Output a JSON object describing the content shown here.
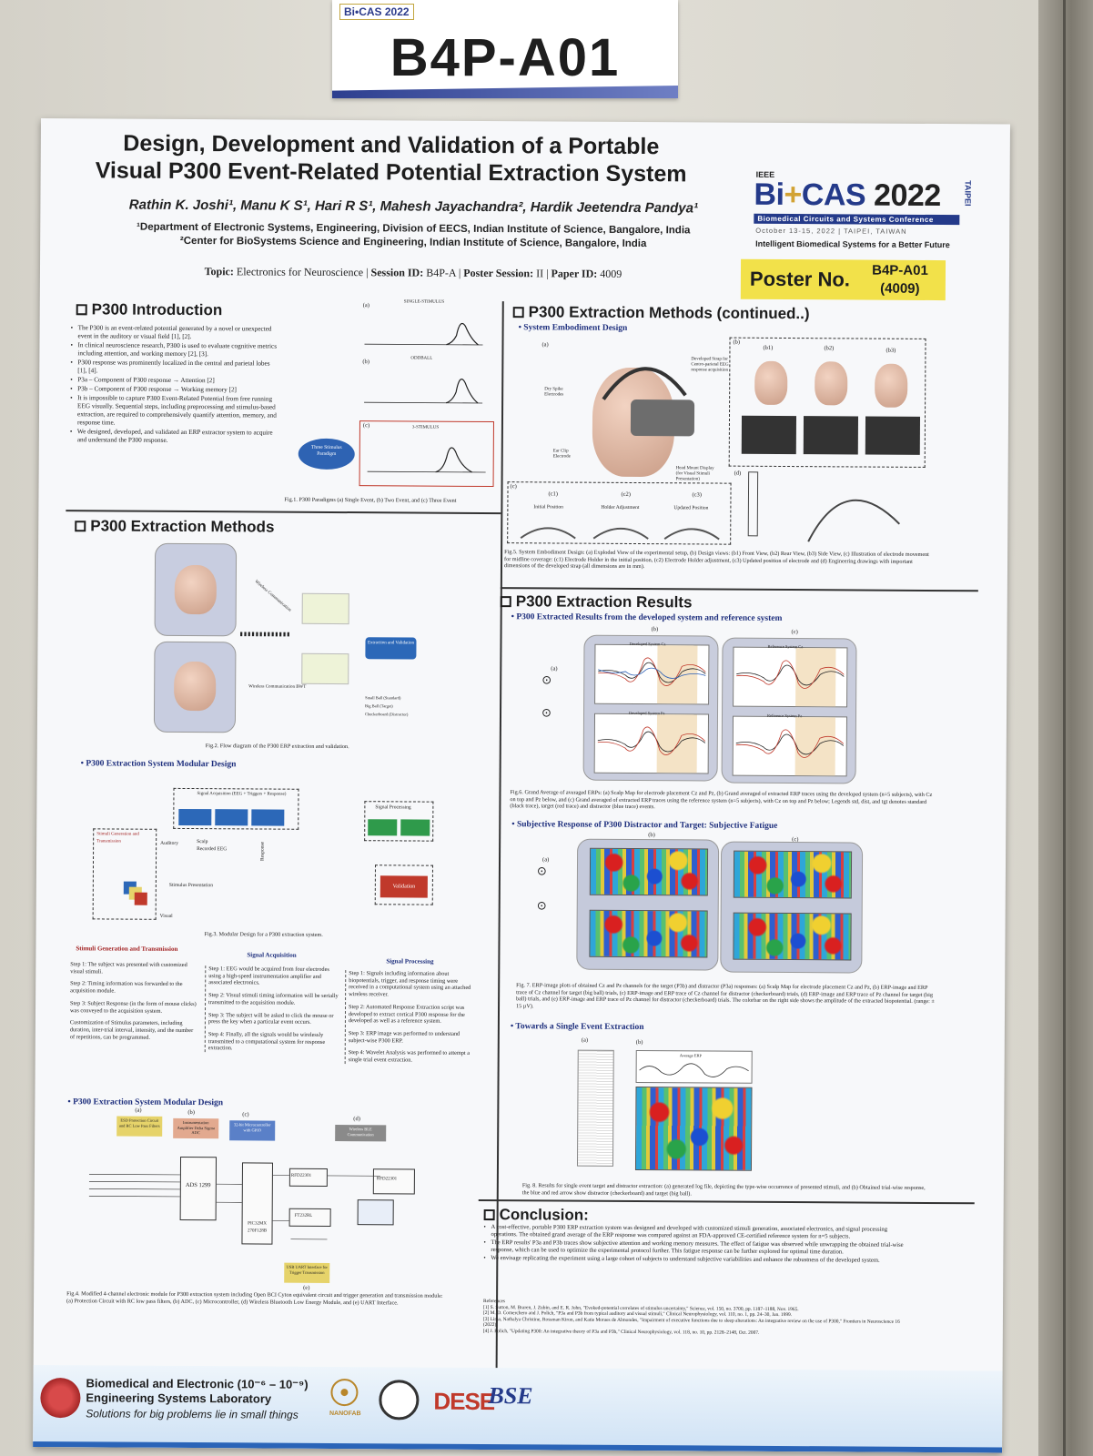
{
  "board": {
    "mini_logo": "Bi•CAS 2022",
    "code": "B4P-A01"
  },
  "header": {
    "title_line1": "Design, Development and Validation of a Portable",
    "title_line2": "Visual P300 Event-Related Potential Extraction System",
    "authors": "Rathin K. Joshi¹, Manu K S¹, Hari R S¹, Mahesh Jayachandra², Hardik Jeetendra Pandya¹",
    "affil1": "¹Department of Electronic Systems, Engineering, Division of EECS, Indian Institute of Science, Bangalore, India",
    "affil2": "²Center for BioSystems Science and Engineering, Indian Institute of Science, Bangalore, India",
    "topic_label": "Topic:",
    "topic": "Electronics for Neuroscience",
    "session_label": "Session ID:",
    "session": "B4P-A",
    "poster_session_label": "Poster Session:",
    "poster_session": "II",
    "paper_label": "Paper ID:",
    "paper": "4009"
  },
  "conference": {
    "ieee": "IEEE",
    "name_a": "Bi",
    "name_plus": "+",
    "name_b": "CAS",
    "year": "2022",
    "city": "TAIPEI",
    "subtitle": "Biomedical Circuits and Systems Conference",
    "dates": "October 13-15, 2022   |   TAIPEI, TAIWAN",
    "tagline": "Intelligent Biomedical Systems for a Better Future"
  },
  "poster_no": {
    "label": "Poster No.",
    "code": "B4P-A01",
    "id": "(4009)"
  },
  "intro": {
    "heading": "P300 Introduction",
    "bullets": [
      "The P300 is an event-related potential generated by a novel or unexpected event in the auditory or visual field [1], [2].",
      "In clinical neuroscience research, P300 is used to evaluate cognitive metrics including attention, and working memory [2], [3].",
      "P300 response was prominently localized in the central and parietal lobes [1], [4].",
      "P3a – Component of P300 response → Attention [2]",
      "P3b – Component of P300 response → Working memory [2]",
      "It is impossible to capture P300 Event-Related Potential from free running EEG visually. Sequential steps, including preprocessing and stimulus-based extraction, are required to comprehensively quantify attention, memory, and response time.",
      "We designed, developed, and validated an ERP extractor system to acquire and understand the P300 response."
    ],
    "fig_labels": {
      "a": "(a)",
      "b": "(b)",
      "c": "(c)"
    },
    "single_stimulus": "SINGLE-STIMULUS",
    "oddball": "ODDBALL",
    "three_stim": "3-STIMULUS",
    "oval": "Three Stimulus Paradigm",
    "fig_caption": "Fig.1. P300 Paradigms (a) Single Event, (b) Two Event, and (c) Three Event"
  },
  "methods": {
    "heading": "P300 Extraction Methods",
    "fig2_caption": "Fig.2. Flow diagram of the P300 ERP extraction and validation.",
    "flow_block": "Extraction and Validation",
    "wireless1": "Wireless Communication",
    "wireless2": "Wireless Communication BWT",
    "legend": [
      "Small Ball (Standard)",
      "Big Ball (Target)",
      "Checkerboard (Distractor)"
    ],
    "modular_heading": "P300 Extraction System Modular Design",
    "signal_acq": "Signal Acquisition (EEG + Triggers + Response)",
    "signal_proc": "Signal Processing",
    "stim_gen": "Stimuli Generation and Transmission",
    "validation": "Validation",
    "auditory": "Auditory",
    "scalp": "Scalp Recorded EEG",
    "stim_pres": "Stimulus Presentation",
    "visual": "Visual",
    "response": "Response",
    "fig3_caption": "Fig.3. Modular Design for a P300 extraction system.",
    "col1_h": "Stimuli Generation and Transmission",
    "col2_h": "Signal Acquisition",
    "col3_h": "Signal Processing",
    "col1": [
      "Step 1: The subject was presented with customized visual stimuli.",
      "Step 2: Timing information was forwarded to the acquisition module.",
      "Step 3: Subject Response (in the form of mouse clicks) was conveyed to the acquisition system.",
      "Customization of Stimulus parameters, including duration, inter-trial interval, intensity, and the number of repetitions, can be programmed."
    ],
    "col2": [
      "Step 1: EEG would be acquired from four electrodes using a high-speed instrumentation amplifier and associated electronics.",
      "Step 2: Visual stimuli timing information will be serially transmitted to the acquisition module.",
      "Step 3: The subject will be asked to click the mouse or press the key when a particular event occurs.",
      "Step 4: Finally, all the signals would be wirelessly transmitted to a computational system for response extraction."
    ],
    "col3": [
      "Step 1: Signals including information about biopotentials, trigger, and response timing were received in a computational system using an attached wireless receiver.",
      "Step 2: Automated Response Extraction script was developed to extract cortical P300 response for the developed as well as a reference system.",
      "Step 3: ERP image was performed to understand subject-wise P300 ERP.",
      "Step 4: Wavelet Analysis was performed to attempt a single trial event extraction."
    ],
    "hw_heading": "P300 Extraction System Modular Design",
    "hw_labels": {
      "a": "(a)",
      "b": "(b)",
      "c": "(c)",
      "d": "(d)",
      "e": "(e)"
    },
    "hw_a": "ESD Protection Circuit and RC Low Pass Filters",
    "hw_b": "Instrumentation Amplifier Delta Sigma ADC",
    "hw_c": "32-bit Microcontroller with GPIO",
    "hw_d": "Wireless BLE Communication",
    "hw_e": "USB UART Interface for Trigger Transmission",
    "ads": "ADS 1299",
    "pic": "PIC32MX 270F128B",
    "rfd1": "RFD22301",
    "rfd2": "RFD22301",
    "ft": "FT232RL",
    "fig4_caption": "Fig.4. Modified 4-channel electronic module for P300 extraction system including Open BCI Cyton equivalent circuit and trigger generation and transmission module: (a) Protection Circuit with RC low pass filters, (b) ADC, (c) Microcontroller, (d) Wireless Bluetooth Low Energy Module, and (e) UART Interface."
  },
  "methods_cont": {
    "heading": "P300 Extraction Methods (continued..)",
    "sub": "System Embodiment Design",
    "labels": {
      "a": "(a)",
      "b": "(b)",
      "b1": "(b1)",
      "b2": "(b2)",
      "b3": "(b3)",
      "c": "(c)",
      "c1": "(c1)",
      "c2": "(c2)",
      "c3": "(c3)",
      "d": "(d)"
    },
    "strap": "Developed Strap for Centro-parietal EEG response acquisition",
    "dry": "Dry Spike Electrodes",
    "ear": "Ear Clip Electrode",
    "hmd": "Head Mount Display (for Visual Stimuli Presentation)",
    "c1": "Initial Position",
    "c2": "Holder Adjustment",
    "c3": "Updated Position",
    "fig5_caption": "Fig.5. System Embodiment Design: (a) Exploded View of the experimental setup, (b) Design views: (b1) Front View, (b2) Rear View, (b3) Side View, (c) Illustration of electrode movement for midline coverage: (c1) Electrode Holder in the initial position, (c2) Electrode Holder adjustment, (c3) Updated position of electrode and (d) Engineering drawings with important dimensions of the developed strap (all dimensions are in mm)."
  },
  "results": {
    "heading": "P300 Extraction Results",
    "sub1": "P300 Extracted Results from the developed system and reference system",
    "labels": {
      "a": "(a)",
      "b": "(b)",
      "c": "(c)"
    },
    "plot_titles": [
      "Developed System Cz",
      "Reference System Cz",
      "Developed System Pz",
      "Reference System Pz"
    ],
    "fig6_caption": "Fig.6. Grand Average of averaged ERPs: (a) Scalp Map for electrode placement Cz and Pz, (b) Grand averaged of extracted ERP traces using the developed system (n=5 subjects), with Cz on top and Pz below, and (c) Grand averaged of extracted ERP traces using the reference system (n=5 subjects), with Cz on top and Pz below; Legends std, dist, and tgt denotes standard (black trace), target (red trace) and distractor (blue trace) events.",
    "sub2": "Subjective Response of P300 Distractor and Target: Subjective Fatigue",
    "fig7_caption": "Fig. 7. ERP-image plots of obtained Cz and Pz channels for the target (P3b) and distractor (P3a) responses: (a) Scalp Map for electrode placement Cz and Pz, (b) ERP-image and ERP trace of Cz channel for target (big ball) trials, (c) ERP-image and ERP trace of Cz channel for distractor (checkerboard) trials, (d) ERP-image and ERP trace of Pz channel for target (big ball) trials, and (e) ERP-image and ERP trace of Pz channel for distractor (checkerboard) trials. The colorbar on the right side shows the amplitude of the extracted biopotential. (range: ± 15 µV).",
    "sub3": "Towards a Single Event Extraction",
    "avg_erp": "Average ERP",
    "fig8_caption": "Fig. 8. Results for single event target and distractor extraction: (a) generated log file, depicting the type-wise occurrence of presented stimuli, and (b) Obtained trial-wise response, the blue and red arrow show distractor (checkerboard) and target (big ball)."
  },
  "conclusion": {
    "heading": "Conclusion:",
    "bullets": [
      "A cost-effective, portable P300 ERP extraction system was designed and developed with customized stimuli generation, associated electronics, and signal processing operations. The obtained grand average of the ERP response was compared against an FDA-approved CE-certified reference system for n=5 subjects.",
      "The ERP results' P3a and P3b traces show subjective attention and working memory measures. The effect of fatigue was observed while unwrapping the obtained trial-wise response, which can be used to optimize the experimental protocol further. This fatigue response can be further explored for optimal time duration.",
      "We envisage replicating the experiment using a large cohort of subjects to understand subjective variabilities and enhance the robustness of the developed system."
    ],
    "refs_title": "References",
    "refs": [
      "[1] S. Sutton, M. Braren, J. Zubin, and E. R. John, \"Evoked-potential correlates of stimulus uncertainty,\" Science, vol. 150, no. 3700, pp. 1187–1188, Nov. 1965.",
      "[2] M. D. Comerchero and J. Polich, \"P3a and P3b from typical auditory and visual stimuli,\" Clinical Neurophysiology, vol. 110, no. 1, pp. 24–30, Jan. 1999.",
      "[3] Lima, Nathalya Christine, Rossman Kiron, and Katie Moraes de Almondes, \"Impairment of executive functions due to sleep alterations: An integrative review on the use of P300,\" Frontiers in Neuroscience 16 (2022).",
      "[4] J. Polich, \"Updating P300: An integrative theory of P3a and P3b,\" Clinical Neurophysiology, vol. 118, no. 10, pp. 2128–2148, Oct. 2007."
    ]
  },
  "footer": {
    "lab_line1": "Biomedical and Electronic (10⁻⁶ – 10⁻⁹)",
    "lab_line2": "Engineering Systems Laboratory",
    "slogan": "Solutions for big problems lie in small things",
    "nanofab": "NANOFAB",
    "dese": "DESE",
    "bme": "BSE"
  }
}
